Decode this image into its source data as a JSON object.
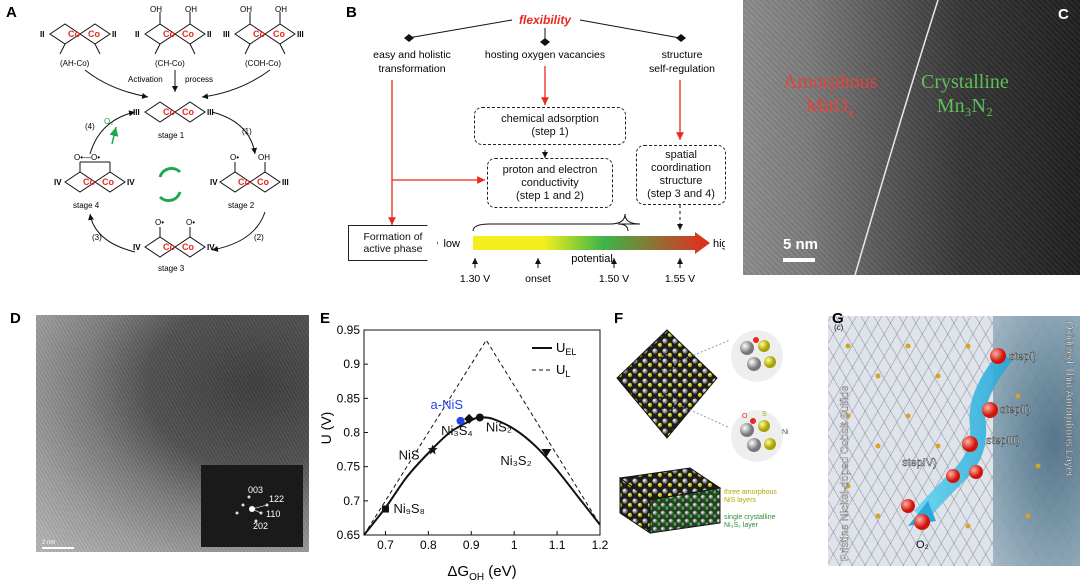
{
  "panels": {
    "A": "A",
    "B": "B",
    "C": "C",
    "D": "D",
    "E": "E",
    "F": "F",
    "G": "G"
  },
  "panelA": {
    "top_labels": [
      "(AH-Co)",
      "(CH-Co)",
      "(COH-Co)"
    ],
    "activation_text": "Activation",
    "process_text": "process",
    "stages": [
      "stage 1",
      "stage 2",
      "stage 3",
      "stage 4"
    ],
    "steps": [
      "(1)",
      "(2)",
      "(3)",
      "(4)"
    ],
    "o2": "O₂",
    "co": "Co"
  },
  "panelB": {
    "flexibility": "flexibility",
    "branch_left": "easy and holistic\ntransformation",
    "branch_mid": "hosting oxygen vacancies",
    "branch_right": "structure\nself-regulation",
    "chem_ads": "chemical adsorption\n(step 1)",
    "proton": "proton and electron\nconductivity\n(step 1 and 2)",
    "spatial": "spatial\ncoordination\nstructure\n(step 3 and 4)",
    "formation": "Formation of\nactive phase",
    "low": "low",
    "high": "high",
    "potential": "potential",
    "ticks": [
      "1.30 V",
      "onset",
      "1.50 V",
      "1.55 V"
    ]
  },
  "panelC": {
    "amorphous": "Amorphous",
    "mnox": "MnO",
    "mnox_sub": "x",
    "crystalline": "Crystalline",
    "mn3n2": "Mn₃N₂",
    "scale": "5 nm"
  },
  "panelD": {
    "fft_labels": [
      "003",
      "122",
      "110",
      "202"
    ],
    "scale": "2 nm"
  },
  "panelE": {
    "legend": [
      "U",
      "U"
    ],
    "legend_sub": [
      "EL",
      "L"
    ],
    "ylabel": "U (V)",
    "xlabel": "ΔG",
    "xlabel_sub": "OH",
    "xlabel_unit": " (eV)",
    "points": [
      "Ni₉S₈",
      "NiS",
      "Ni₃S₄",
      "NiS₂",
      "Ni₃S₂"
    ],
    "highlight": "a-NiS",
    "x_ticks": [
      "0.7",
      "0.8",
      "0.9",
      "1",
      "1.1",
      "1.2"
    ],
    "y_ticks": [
      "0.65",
      "0.7",
      "0.75",
      "0.8",
      "0.85",
      "0.9",
      "0.95"
    ]
  },
  "panelF": {
    "layer1": "three amorphous\nNiS layers",
    "layer2": "single crystalline\nNi₃S₂ layer",
    "atom_o": "O",
    "atom_s": "S",
    "atom_ni": "Ni"
  },
  "panelG": {
    "corner": "(c)",
    "left_vertical": "Pristine Nickel-doped Cobalt Sulfide",
    "right_vertical": "Oxidized Thin Amorphous Layer",
    "steps": [
      "stepI)",
      "stepII)",
      "stepIII)",
      "stepIV)"
    ],
    "o2": "O₂"
  },
  "chart_data": {
    "type": "line",
    "xlabel": "ΔG_OH (eV)",
    "ylabel": "U (V)",
    "xlim": [
      0.65,
      1.2
    ],
    "ylim": [
      0.65,
      0.95
    ],
    "series": [
      {
        "name": "U_EL",
        "style": "solid",
        "x": [
          0.65,
          0.7,
          0.75,
          0.8,
          0.85,
          0.9,
          0.92,
          0.95,
          1.0,
          1.05,
          1.1,
          1.15,
          1.2
        ],
        "values": [
          0.65,
          0.69,
          0.735,
          0.77,
          0.8,
          0.818,
          0.822,
          0.82,
          0.805,
          0.78,
          0.745,
          0.705,
          0.665
        ]
      },
      {
        "name": "U_L",
        "style": "dashed",
        "x": [
          0.65,
          0.935,
          1.2
        ],
        "values": [
          0.65,
          0.935,
          0.665
        ]
      }
    ],
    "points": [
      {
        "label": "Ni₉S₈",
        "x": 0.7,
        "y": 0.688,
        "marker": "square"
      },
      {
        "label": "NiS",
        "x": 0.81,
        "y": 0.775,
        "marker": "star"
      },
      {
        "label": "a-NiS",
        "x": 0.875,
        "y": 0.817,
        "marker": "circle"
      },
      {
        "label": "Ni₃S₄",
        "x": 0.895,
        "y": 0.82,
        "marker": "diamond"
      },
      {
        "label": "NiS₂",
        "x": 0.92,
        "y": 0.822,
        "marker": "circle"
      },
      {
        "label": "Ni₃S₂",
        "x": 1.075,
        "y": 0.77,
        "marker": "triangle"
      }
    ]
  }
}
